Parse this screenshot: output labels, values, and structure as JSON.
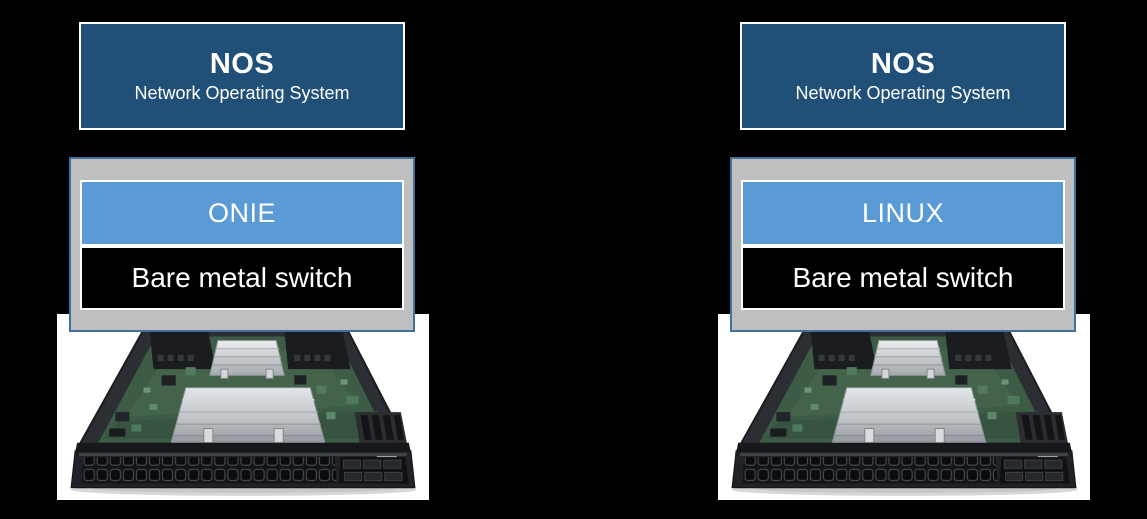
{
  "background_color": "#000000",
  "colors": {
    "background": "#000000",
    "nos_fill": "#204F78",
    "installer_fill": "#5B9BD5",
    "panel_fill": "#BFBFBF",
    "panel_border": "#41719C",
    "hardware_fill": "#000000",
    "box_border": "#FFFFFF",
    "text_color": "#FFFFFF"
  },
  "images": {
    "left_photo": "bare-metal-switch-photo",
    "right_photo": "bare-metal-switch-photo"
  },
  "columns": [
    {
      "nos_title": "NOS",
      "nos_subtitle": "Network Operating System",
      "installer_label": "ONIE",
      "hardware_label": "Bare metal switch"
    },
    {
      "nos_title": "NOS",
      "nos_subtitle": "Network Operating System",
      "installer_label": "LINUX",
      "hardware_label": "Bare metal switch"
    }
  ]
}
